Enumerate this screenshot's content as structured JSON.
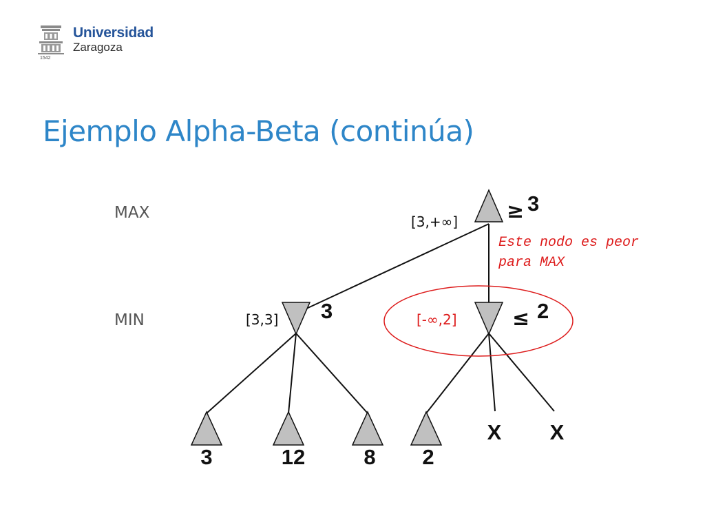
{
  "header": {
    "logo_name": "Universidad",
    "logo_city": "Zaragoza",
    "logo_year": "1542"
  },
  "slide": {
    "title": "Ejemplo Alpha-Beta (continúa)"
  },
  "diagram": {
    "levels": {
      "max": "MAX",
      "min": "MIN"
    },
    "root": {
      "bound_symbol": "≥",
      "value": "3",
      "interval": "[3,+∞]"
    },
    "min_left": {
      "value": "3",
      "interval": "[3,3]"
    },
    "min_right": {
      "bound_symbol": "≤",
      "value": "2",
      "interval": "[-∞,2]"
    },
    "leaves": [
      "3",
      "12",
      "8",
      "2"
    ],
    "pruned": [
      "X",
      "X"
    ],
    "annotation": {
      "line1": "Este nodo es peor",
      "line2": "para MAX"
    },
    "colors": {
      "node_fill": "#c0c0c0",
      "highlight": "#dd1b1b",
      "title": "#2e86c8"
    }
  }
}
